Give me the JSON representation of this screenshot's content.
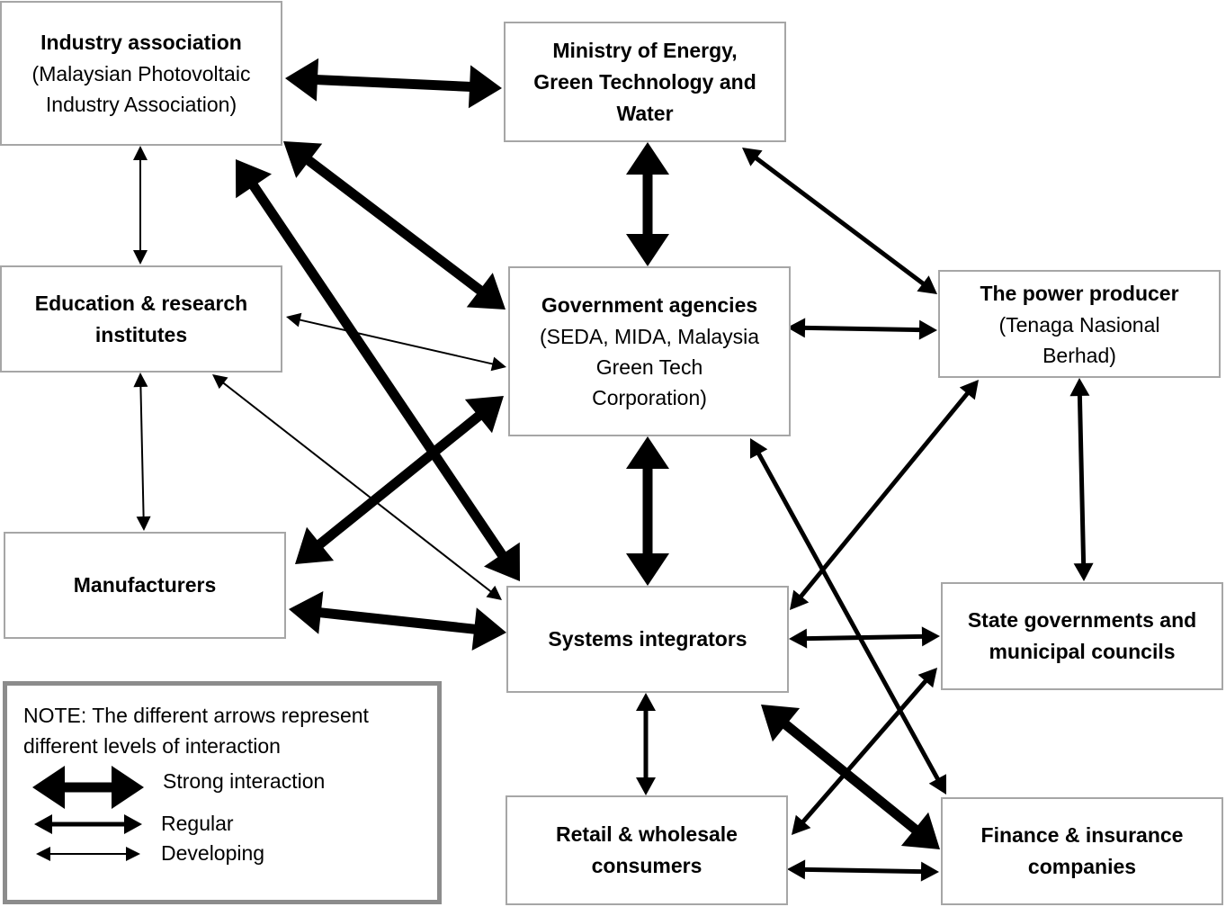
{
  "nodes": {
    "industry_association": {
      "title": "Industry association",
      "sub": [
        "(Malaysian Photovoltaic",
        "Industry Association)"
      ]
    },
    "ministry": {
      "title": [
        "Ministry of Energy,",
        "Green Technology and",
        "Water"
      ]
    },
    "education": {
      "title": [
        "Education & research",
        "institutes"
      ]
    },
    "government_agencies": {
      "title": "Government agencies",
      "sub": [
        "(SEDA, MIDA, Malaysia",
        "Green Tech",
        "Corporation)"
      ]
    },
    "power_producer": {
      "title": "The power producer",
      "sub": [
        "(Tenaga Nasional",
        "Berhad)"
      ]
    },
    "manufacturers": {
      "title": "Manufacturers"
    },
    "systems_integrators": {
      "title": "Systems integrators"
    },
    "state_governments": {
      "title": [
        "State governments and",
        "municipal councils"
      ]
    },
    "retail": {
      "title": [
        "Retail & wholesale",
        "consumers"
      ]
    },
    "finance": {
      "title": [
        "Finance & insurance",
        "companies"
      ]
    }
  },
  "edges": [
    {
      "from": "industry_association",
      "to": "ministry",
      "strength": "strong"
    },
    {
      "from": "industry_association",
      "to": "government_agencies",
      "strength": "strong"
    },
    {
      "from": "industry_association",
      "to": "systems_integrators",
      "strength": "strong"
    },
    {
      "from": "industry_association",
      "to": "education",
      "strength": "developing"
    },
    {
      "from": "ministry",
      "to": "government_agencies",
      "strength": "strong"
    },
    {
      "from": "ministry",
      "to": "power_producer",
      "strength": "regular"
    },
    {
      "from": "education",
      "to": "government_agencies",
      "strength": "developing"
    },
    {
      "from": "education",
      "to": "systems_integrators",
      "strength": "developing"
    },
    {
      "from": "education",
      "to": "manufacturers",
      "strength": "developing"
    },
    {
      "from": "government_agencies",
      "to": "manufacturers",
      "strength": "strong"
    },
    {
      "from": "government_agencies",
      "to": "power_producer",
      "strength": "regular"
    },
    {
      "from": "government_agencies",
      "to": "systems_integrators",
      "strength": "strong"
    },
    {
      "from": "government_agencies",
      "to": "finance",
      "strength": "regular"
    },
    {
      "from": "power_producer",
      "to": "systems_integrators",
      "strength": "regular"
    },
    {
      "from": "power_producer",
      "to": "state_governments",
      "strength": "regular"
    },
    {
      "from": "manufacturers",
      "to": "systems_integrators",
      "strength": "strong"
    },
    {
      "from": "systems_integrators",
      "to": "state_governments",
      "strength": "regular"
    },
    {
      "from": "systems_integrators",
      "to": "retail",
      "strength": "regular"
    },
    {
      "from": "systems_integrators",
      "to": "finance",
      "strength": "strong"
    },
    {
      "from": "state_governments",
      "to": "retail",
      "strength": "regular"
    },
    {
      "from": "retail",
      "to": "finance",
      "strength": "regular"
    }
  ],
  "legend": {
    "note": [
      "NOTE: The different arrows represent",
      "different levels of interaction"
    ],
    "items": [
      {
        "strength": "strong",
        "label": "Strong interaction"
      },
      {
        "strength": "regular",
        "label": "Regular"
      },
      {
        "strength": "developing",
        "label": "Developing"
      }
    ]
  },
  "colors": {
    "box_border": "#a6a6a6",
    "legend_border": "#8c8c8c",
    "arrow": "#000000"
  }
}
